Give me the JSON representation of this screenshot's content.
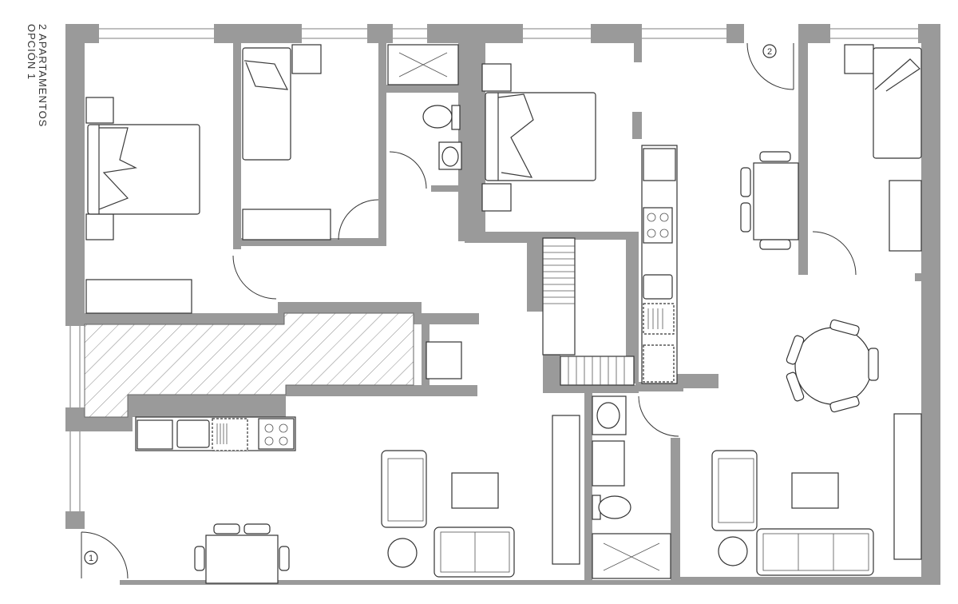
{
  "title": {
    "line1": "2 APARTAMENTOS",
    "line2": "OPCIÓN 1"
  },
  "apartments": [
    {
      "label": "1"
    },
    {
      "label": "2"
    }
  ],
  "colors": {
    "wall": "#9a9a9a",
    "line": "#333333",
    "background": "#ffffff"
  }
}
